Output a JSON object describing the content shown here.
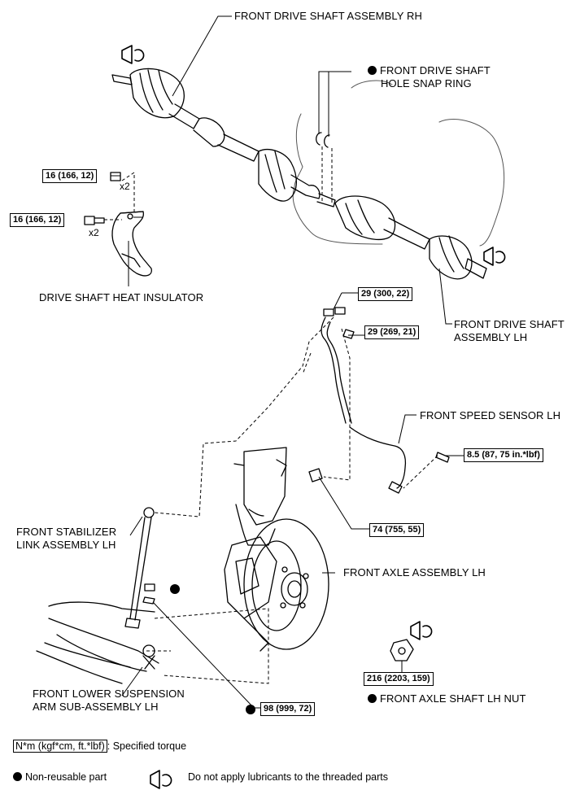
{
  "labels": {
    "drive_shaft_rh": "FRONT DRIVE SHAFT ASSEMBLY RH",
    "snap_ring_l1": "FRONT DRIVE SHAFT",
    "snap_ring_l2": "HOLE SNAP RING",
    "drive_shaft_lh_l1": "FRONT DRIVE SHAFT",
    "drive_shaft_lh_l2": "ASSEMBLY LH",
    "heat_insulator": "DRIVE SHAFT HEAT INSULATOR",
    "speed_sensor": "FRONT SPEED SENSOR LH",
    "stabilizer_l1": "FRONT STABILIZER",
    "stabilizer_l2": "LINK ASSEMBLY LH",
    "axle_assembly": "FRONT AXLE ASSEMBLY LH",
    "lower_arm_l1": "FRONT LOWER SUSPENSION",
    "lower_arm_l2": "ARM SUB-ASSEMBLY LH",
    "axle_nut": "FRONT AXLE SHAFT LH NUT"
  },
  "torques": {
    "t1": "16 (166, 12)",
    "t2": "16 (166, 12)",
    "t3": "29 (300, 22)",
    "t4": "29 (269, 21)",
    "t5": "8.5 (87, 75 in.*lbf)",
    "t6": "74 (755, 55)",
    "t7": "216 (2203, 159)",
    "t8": "98 (999, 72)"
  },
  "qty": {
    "q1": "x2",
    "q2": "x2"
  },
  "legend": {
    "unit": "N*m (kgf*cm, ft.*lbf)",
    "unit_suffix": ": Specified torque",
    "non_reusable": "Non-reusable part",
    "no_lube": "Do not apply lubricants to the threaded parts"
  }
}
